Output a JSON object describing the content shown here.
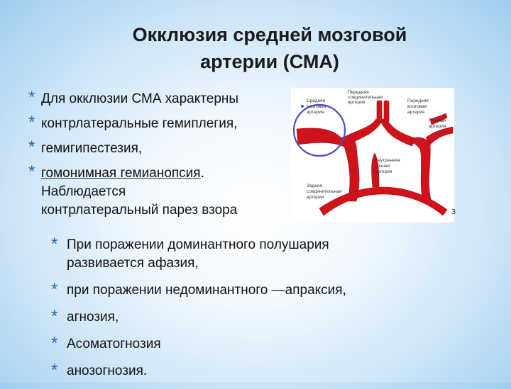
{
  "title": {
    "line1": "Окклюзия средней мозговой",
    "line2": "артерии (СМА)"
  },
  "bullets": [
    "Для окклюзии СМА характерны",
    "контрлатеральные гемиплегия,",
    "гемигипестезия,",
    "гомонимная гемианопсия"
  ],
  "bullet4_tail": ".",
  "continuation": [
    "Наблюдается",
    "контрлатеральный парез взора"
  ],
  "figure_labels": {
    "mca": [
      "Средняя",
      "мозговая",
      "артерия"
    ],
    "acom": [
      "Передняя",
      "соединительная",
      "артерия"
    ],
    "aca": [
      "Передняя",
      "мозговая",
      "артерия"
    ],
    "ica_left": [
      "Глазная",
      "артерия"
    ],
    "ica_mid": [
      "Внутренняя",
      "сонная",
      "артерия"
    ],
    "pcom": [
      "Задняя",
      "соединительная",
      "артерия"
    ],
    "edge_mark": "З"
  },
  "lower_bullets": [
    [
      "При поражении доминантного полушария",
      "развивается афазия,"
    ],
    [
      " при поражении недоминантного —апраксия,"
    ],
    [
      " агнозия,"
    ],
    [
      "Асоматогнозия"
    ],
    [
      " анозогнозия."
    ]
  ],
  "colors": {
    "accent": "#1e6ab4",
    "artery": "#d0121b",
    "highlight_circle": "#4a4fc8"
  }
}
